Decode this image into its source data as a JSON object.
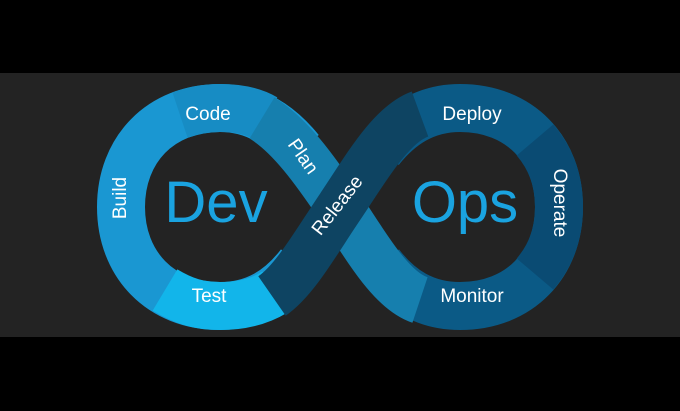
{
  "diagram": {
    "left_title": "Dev",
    "right_title": "Ops",
    "stages": {
      "code": "Code",
      "plan": "Plan",
      "build": "Build",
      "test": "Test",
      "release": "Release",
      "deploy": "Deploy",
      "operate": "Operate",
      "monitor": "Monitor"
    },
    "colors": {
      "background_band": "#232323",
      "bars": "#000000",
      "dev_loop": "#1a97d2",
      "test_segment": "#12b5ea",
      "ops_loop": "#0b5a86",
      "operate_segment": "#0a4b73",
      "release_band": "#0e4462",
      "plan_band": "#167fae",
      "title_text": "#1aa3e0"
    }
  }
}
